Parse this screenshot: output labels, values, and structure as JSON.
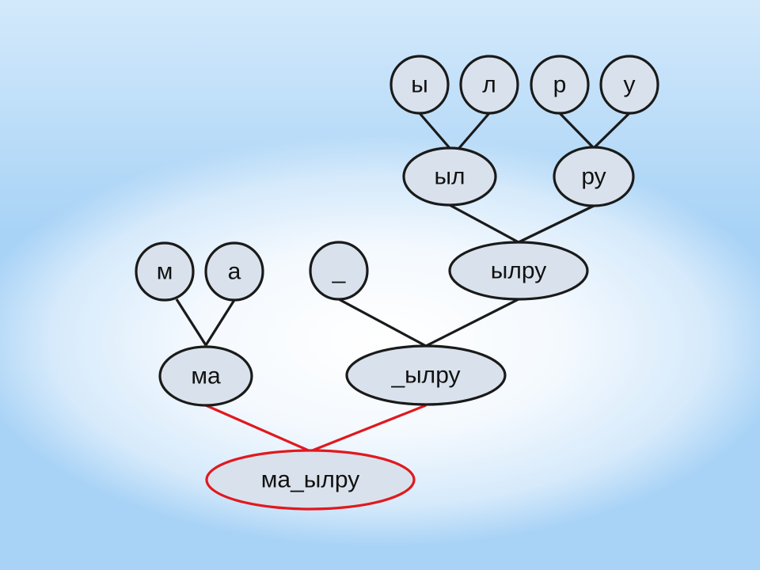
{
  "tree": {
    "nodes": {
      "y": "ы",
      "l": "л",
      "r": "р",
      "u": "у",
      "yl": "ыл",
      "ru": "ру",
      "ylru": "ылру",
      "m": "м",
      "a": "а",
      "underscore": "_",
      "ma": "ма",
      "underscore_ylru": "_ылру",
      "root": "ма_ылру"
    },
    "edges": [
      [
        "y",
        "yl"
      ],
      [
        "l",
        "yl"
      ],
      [
        "r",
        "ru"
      ],
      [
        "u",
        "ru"
      ],
      [
        "yl",
        "ylru"
      ],
      [
        "ru",
        "ylru"
      ],
      [
        "m",
        "ma"
      ],
      [
        "a",
        "ma"
      ],
      [
        "underscore",
        "underscore_ylru"
      ],
      [
        "ylru",
        "underscore_ylru"
      ],
      [
        "ma",
        "root"
      ],
      [
        "underscore_ylru",
        "root"
      ]
    ],
    "colors": {
      "node_fill": "#d9e2ec",
      "node_stroke": "#1a1a1a",
      "root_stroke": "#e0191f",
      "root_edges": "#e0191f"
    }
  }
}
